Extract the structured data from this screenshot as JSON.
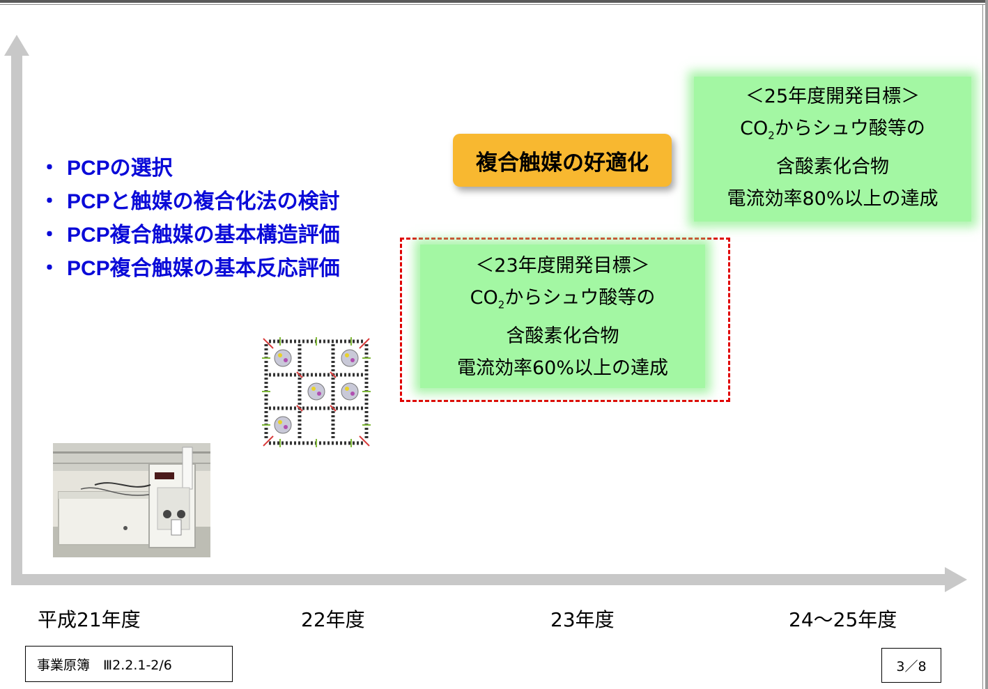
{
  "bullets": [
    {
      "marker": "・",
      "text": "PCPの選択"
    },
    {
      "marker": "・",
      "text": "PCPと触媒の複合化法の検討"
    },
    {
      "marker": "・",
      "text": "PCP複合触媒の基本構造評価"
    },
    {
      "marker": "・",
      "text": "PCP複合触媒の基本反応評価"
    }
  ],
  "optimization_label": "複合触媒の好適化",
  "goal_fy25": {
    "title": "＜25年度開発目標＞",
    "line2_pre": "CO",
    "line2_sub": "2",
    "line2_post": "からシュウ酸等の",
    "line3": "含酸素化合物",
    "line4": "電流効率80%以上の達成"
  },
  "goal_fy23": {
    "title": "＜23年度開発目標＞",
    "line2_pre": "CO",
    "line2_sub": "2",
    "line2_post": "からシュウ酸等の",
    "line3": "含酸素化合物",
    "line4": "電流効率60%以上の達成"
  },
  "timeline": {
    "fy21": "平成21年度",
    "fy22": "22年度",
    "fy23": "23年度",
    "fy24_25": "24〜25年度"
  },
  "source_ref": "事業原簿　Ⅲ2.2.1-2/6",
  "page_number": "3／8",
  "colors": {
    "bullet_text": "#0a0ad8",
    "optimization_box": "#f8b830",
    "goal_box": "#a3f7a3",
    "dashed_border": "#e00000",
    "axis": "#c8c8c8"
  }
}
